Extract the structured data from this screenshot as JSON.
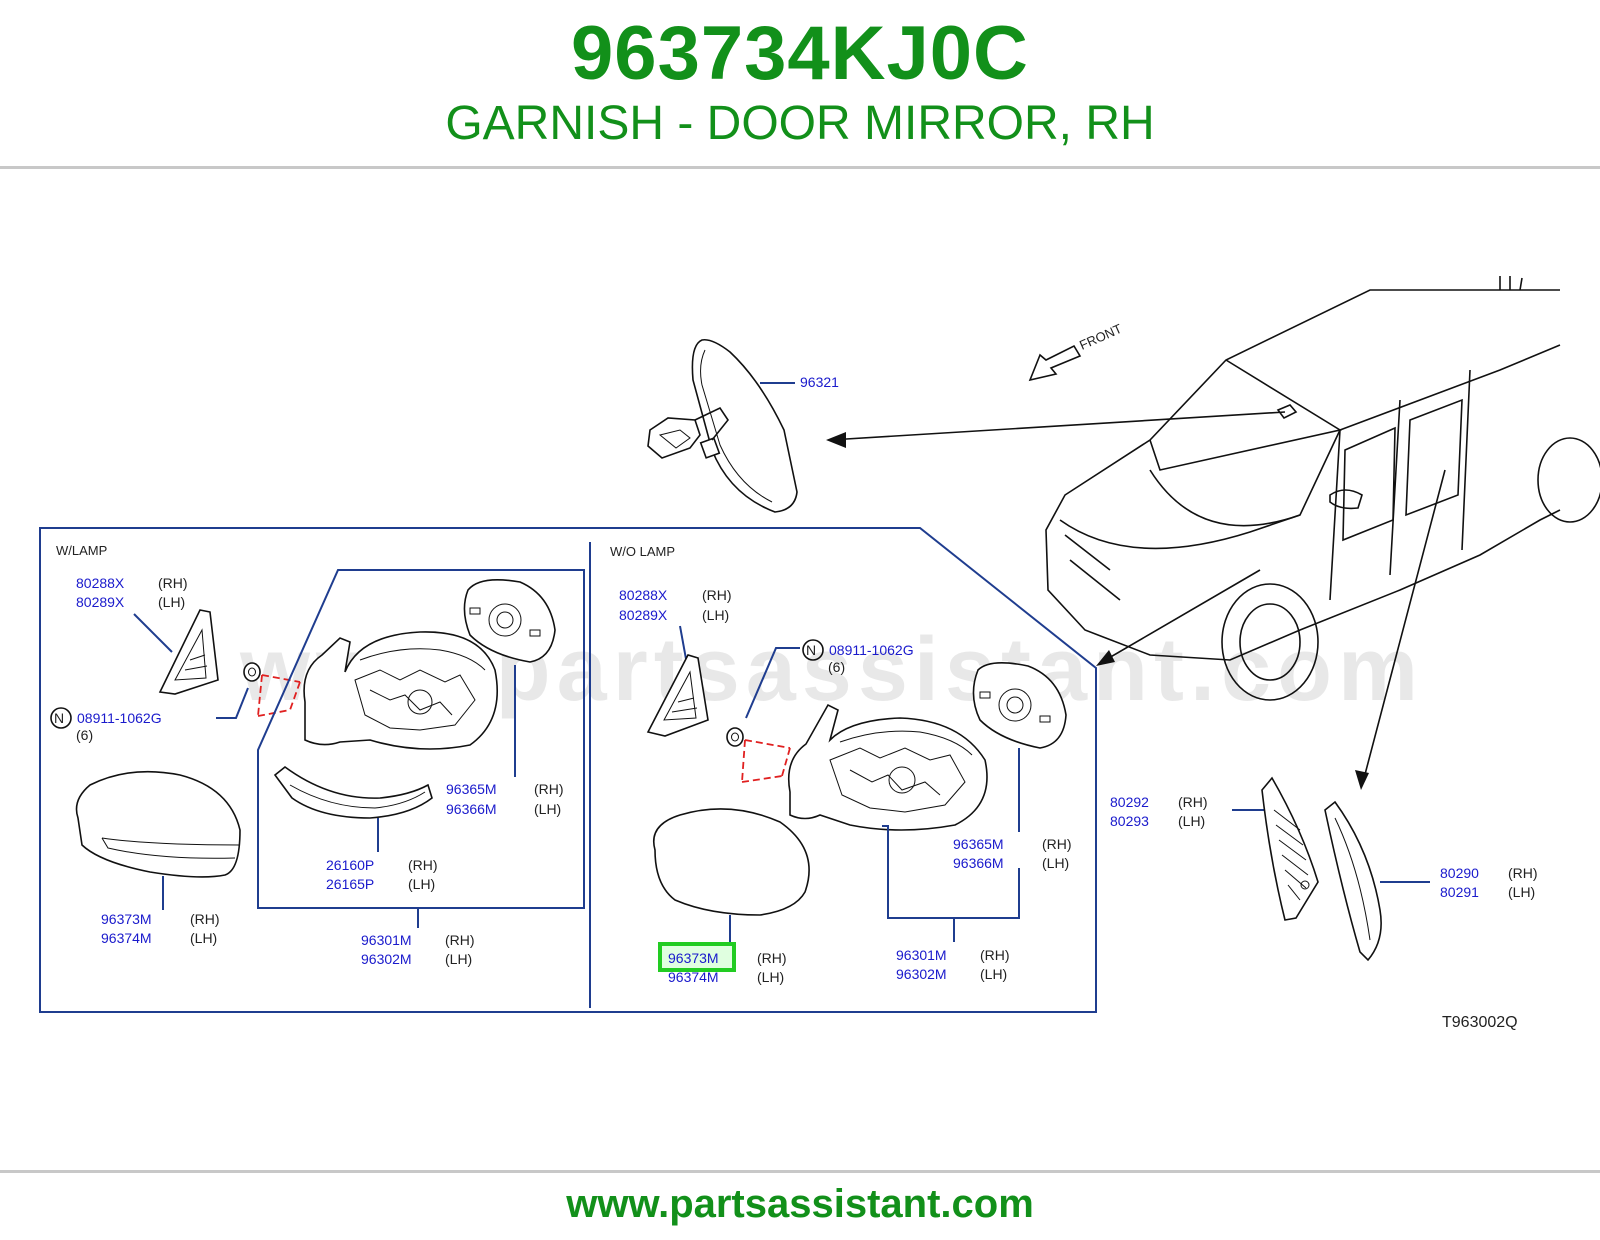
{
  "header": {
    "part_number": "963734KJ0C",
    "description": "GARNISH - DOOR MIRROR, RH"
  },
  "footer": {
    "url": "www.partsassistant.com"
  },
  "diagram": {
    "watermark": "www.partsassistant.com",
    "front_label": "FRONT",
    "diagram_code": "T963002Q",
    "highlight_color": "#22cc22",
    "brand_color": "#12901a",
    "rear_mirror": {
      "part": "96321"
    },
    "with_lamp": {
      "title": "W/LAMP",
      "base_rh": "80288X",
      "base_lh": "80289X",
      "base_rh_side": "(RH)",
      "base_lh_side": "(LH)",
      "nut_prefix": "N",
      "nut_part": "08911-1062G",
      "nut_qty": "(6)",
      "glass_rh": "96365M",
      "glass_lh": "96366M",
      "glass_rh_side": "(RH)",
      "glass_lh_side": "(LH)",
      "lamp_rh": "26160P",
      "lamp_lh": "26165P",
      "lamp_rh_side": "(RH)",
      "lamp_lh_side": "(LH)",
      "cover_rh": "96373M",
      "cover_lh": "96374M",
      "cover_rh_side": "(RH)",
      "cover_lh_side": "(LH)",
      "mirror_rh": "96301M",
      "mirror_lh": "96302M",
      "mirror_rh_side": "(RH)",
      "mirror_lh_side": "(LH)"
    },
    "without_lamp": {
      "title": "W/O   LAMP",
      "base_rh": "80288X",
      "base_lh": "80289X",
      "base_rh_side": "(RH)",
      "base_lh_side": "(LH)",
      "nut_prefix": "N",
      "nut_part": "08911-1062G",
      "nut_qty": "(6)",
      "glass_rh": "96365M",
      "glass_lh": "96366M",
      "glass_rh_side": "(RH)",
      "glass_lh_side": "(LH)",
      "cover_rh": "96373M",
      "cover_lh": "96374M",
      "cover_rh_side": "(RH)",
      "cover_lh_side": "(LH)",
      "mirror_rh": "96301M",
      "mirror_lh": "96302M",
      "mirror_rh_side": "(RH)",
      "mirror_lh_side": "(LH)"
    },
    "pillar_finisher": {
      "rh": "80292",
      "lh": "80293",
      "rh_side": "(RH)",
      "lh_side": "(LH)"
    },
    "pillar_cover": {
      "rh": "80290",
      "lh": "80291",
      "rh_side": "(RH)",
      "lh_side": "(LH)"
    }
  }
}
